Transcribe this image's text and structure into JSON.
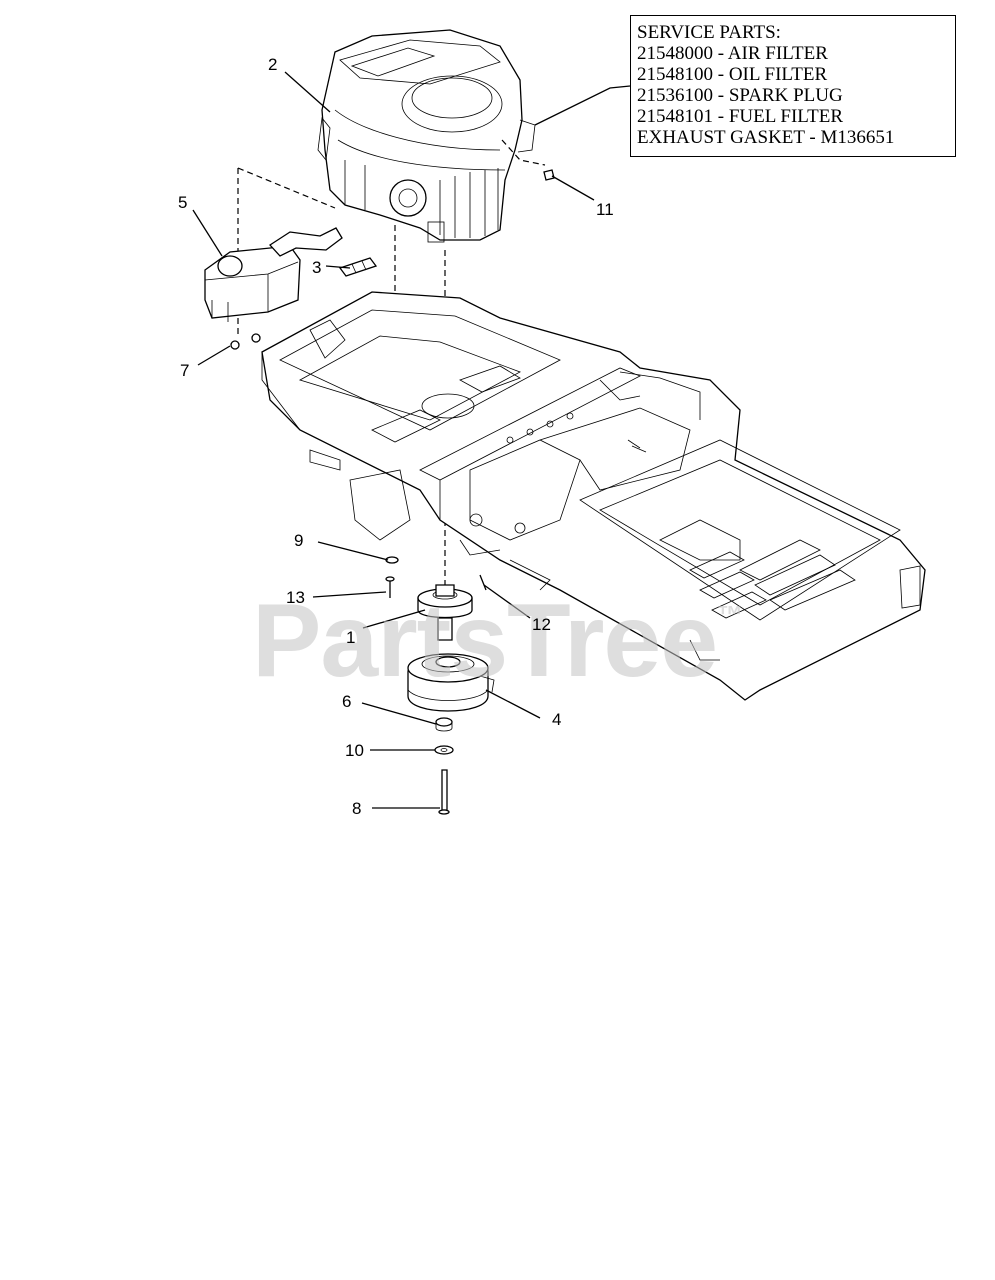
{
  "service_parts": {
    "heading": "SERVICE PARTS:",
    "lines": [
      "21548000 - AIR FILTER",
      "21548100 - OIL FILTER",
      "21536100 - SPARK PLUG",
      "21548101 - FUEL FILTER",
      "EXHAUST GASKET - M136651"
    ]
  },
  "callouts": {
    "c1": "1",
    "c2": "2",
    "c3": "3",
    "c4": "4",
    "c5": "5",
    "c6": "6",
    "c7": "7",
    "c8": "8",
    "c9": "9",
    "c10": "10",
    "c11": "11",
    "c12": "12",
    "c13": "13"
  },
  "watermark": {
    "text": "PartsTree",
    "mark": "™"
  }
}
